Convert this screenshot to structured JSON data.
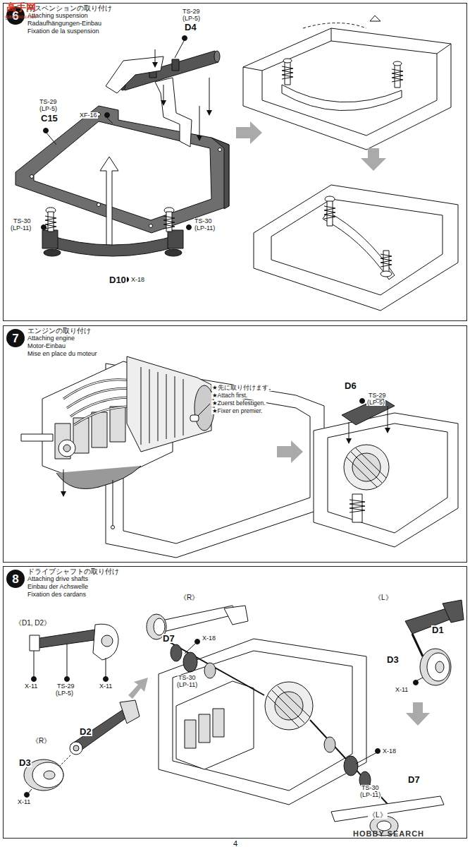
{
  "diagram": {
    "nodes": [
      {
        "text": [
          "サスペンションの取り付け",
          "Attaching suspension",
          "Radaufhängungen-Einbau",
          "Fixation de la suspension"
        ]
      },
      {
        "text": [
          "6"
        ],
        "in": 0
      },
      {
        "text": [
          "エンジンの取り付け",
          "Attaching engine",
          "Motor-Einbau",
          "Mise en place du moteur"
        ]
      },
      {
        "text": [
          "7"
        ],
        "in": 2
      },
      {
        "text": [
          "ドライブシャフトの取り付け",
          "Attaching drive shafts",
          "Einbau der Achswelle",
          "Fixation des cardans"
        ]
      },
      {
        "text": [
          "8"
        ],
        "in": 4
      }
    ],
    "labels": [
      "TS-29",
      "(LP-5)",
      "D4",
      "TS-29",
      "(LP-5)",
      "C15",
      "XF-16",
      "TS-30",
      "(LP-11)",
      "TS-30",
      "(LP-11)",
      "D10",
      "X-18",
      "★先に取り付けます。",
      "★Attach first.",
      "★Zuerst befestigen.",
      "★Fixer en premier.",
      "D6",
      "TS-29",
      "(LP-5)",
      "《R》",
      "《L》",
      "《D1, D2》",
      "X-11",
      "TS-29",
      "(LP-5)",
      "X-11",
      "D1",
      "D3",
      "X-11",
      "X-18",
      "D7",
      "TS-30",
      "(LP-11)",
      "《R》",
      "D2",
      "D3",
      "X-11",
      "X-18",
      "D7",
      "TS-30",
      "(LP-11)",
      "《L》",
      "4",
      "HOBBY SEARCH",
      "高手网",
      "gaoshou.net"
    ]
  }
}
